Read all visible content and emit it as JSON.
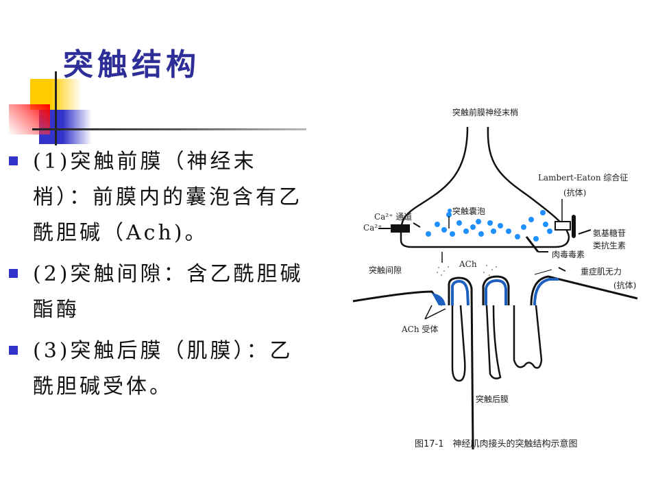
{
  "slide": {
    "title": "突触结构",
    "bullets": [
      {
        "marker": "square-bullet",
        "text": "(1)突触前膜（神经末梢）：前膜内的囊泡含有乙酰胆碱（Ach)。"
      },
      {
        "marker": "square-bullet",
        "text": "(2)突触间隙：含乙酰胆碱酯酶"
      },
      {
        "marker": "square-bullet",
        "text": "(3)突触后膜（肌膜）：乙酰胆碱受体。"
      }
    ],
    "colors": {
      "title": "#2e2e99",
      "bullet": "#3333cc",
      "accent_yellow": "#ffcc00",
      "accent_red": "#ff0000",
      "vesicle": "#1e90ff"
    }
  },
  "figure": {
    "labels": {
      "presynaptic_terminal": "突触前膜神经末梢",
      "lambert_eaton": "Lambert-Eaton 综合征",
      "lambert_eaton_sub": "(抗体)",
      "ca_channel": "Ca²⁺ 通道",
      "ca_ion": "Ca²⁺",
      "vesicle": "突触囊泡",
      "aminoglycoside_1": "氨基糖苷",
      "aminoglycoside_2": "类抗生素",
      "botulinum": "肉毒毒素",
      "cleft": "突触间隙",
      "ach": "ACh",
      "myasthenia": "重症肌无力",
      "myasthenia_sub": "(抗体)",
      "ach_receptor": "ACh 受体",
      "postsynaptic": "突触后膜"
    },
    "caption": "图17-1　神经肌肉接头的突触结构示意图"
  }
}
